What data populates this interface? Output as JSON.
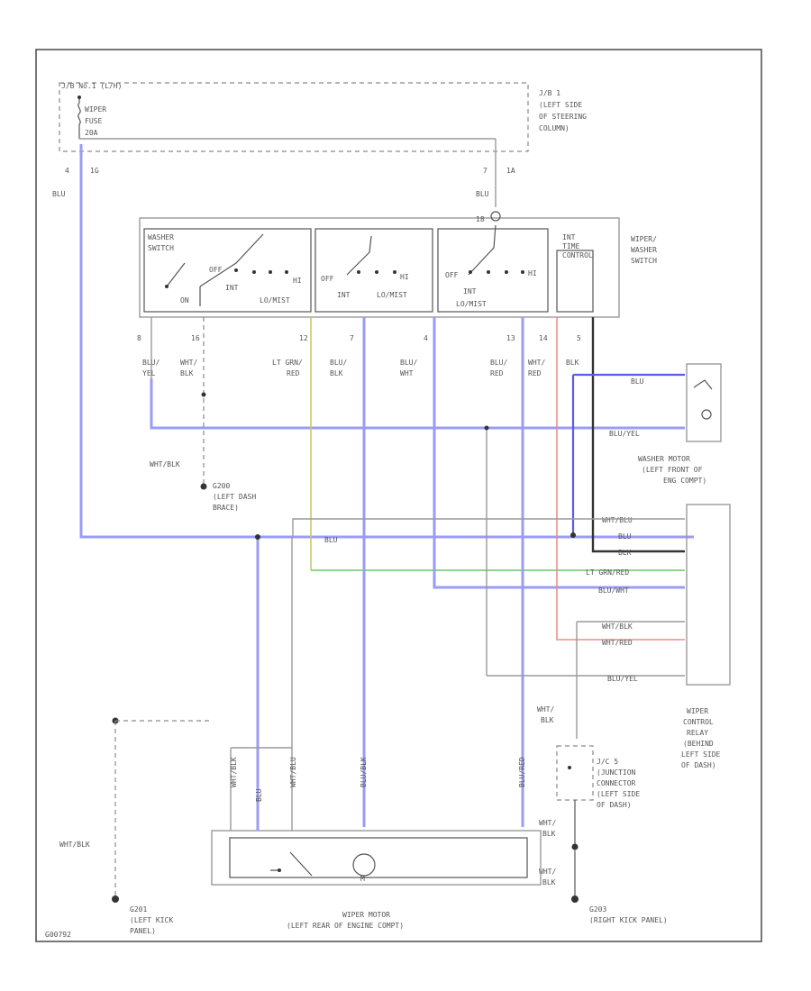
{
  "junction_block": {
    "title": "J/B No.1 (L/H)",
    "fuse_label": [
      "WIPER",
      "FUSE",
      "20A"
    ],
    "location": [
      "J/B 1",
      "(LEFT SIDE",
      "OF STEERING",
      "COLUMN)"
    ],
    "pin_left_a": "4",
    "pin_left_b": "1G",
    "pin_right_a": "7",
    "pin_right_b": "1A"
  },
  "wire_colors": {
    "blu": "BLU",
    "blu_yel": [
      "BLU/",
      "YEL"
    ],
    "wht_blk": [
      "WHT/",
      "BLK"
    ],
    "lt_grn_red": [
      "LT GRN/",
      "RED"
    ],
    "blu_blk": [
      "BLU/",
      "BLK"
    ],
    "blu_wht": [
      "BLU/",
      "WHT"
    ],
    "blu_red": [
      "BLU/",
      "RED"
    ],
    "wht_red": [
      "WHT/",
      "RED"
    ],
    "blk": "BLK",
    "wht_blk_flat": "WHT/BLK"
  },
  "switch": {
    "title": [
      "WIPER/",
      "WASHER",
      "SWITCH"
    ],
    "washer_label": [
      "WASHER",
      "SWITCH"
    ],
    "on": "ON",
    "off_int": [
      "OFF",
      "INT"
    ],
    "lo_mist": "LO/MIST",
    "hi": "HI",
    "int_time": [
      "INT",
      "TIME",
      "CONTROL"
    ],
    "pin_top": "18",
    "pins": [
      "8",
      "16",
      "12",
      "7",
      "4",
      "13",
      "14",
      "5"
    ]
  },
  "washer_motor": {
    "label": [
      "WASHER MOTOR",
      "(LEFT FRONT OF",
      "ENG COMPT)"
    ],
    "wire_top": "BLU",
    "wire_bottom": "BLU/YEL"
  },
  "ground_g200": {
    "id": "G200",
    "loc": [
      "(LEFT DASH",
      "BRACE)"
    ]
  },
  "ground_g201": {
    "id": "G201",
    "loc": [
      "(LEFT KICK",
      "PANEL)"
    ]
  },
  "ground_g203": {
    "id": "G203",
    "loc": "(RIGHT KICK PANEL)"
  },
  "relay": {
    "label": [
      "WIPER",
      "CONTROL",
      "RELAY",
      "(BEHIND",
      "LEFT SIDE",
      "OF DASH)"
    ],
    "wires": [
      "WHT/BLU",
      "BLU",
      "BLK",
      "LT GRN/RED",
      "BLU/WHT",
      "",
      "WHT/BLK",
      "WHT/RED",
      "",
      "BLU/YEL"
    ],
    "mid_blu": "BLU"
  },
  "jc": {
    "label": [
      "J/C 5",
      "(JUNCTION",
      "CONNECTOR",
      "(LEFT SIDE",
      "OF DASH)"
    ]
  },
  "motor": {
    "label": [
      "WIPER MOTOR",
      "(LEFT REAR OF ENGINE COMPT)"
    ],
    "wires": [
      "WHT/BLK",
      "BLU",
      "WHT/BLU",
      "BLU/BLK",
      "BLU/RED"
    ],
    "m": "M"
  },
  "footer_id": "G00792"
}
